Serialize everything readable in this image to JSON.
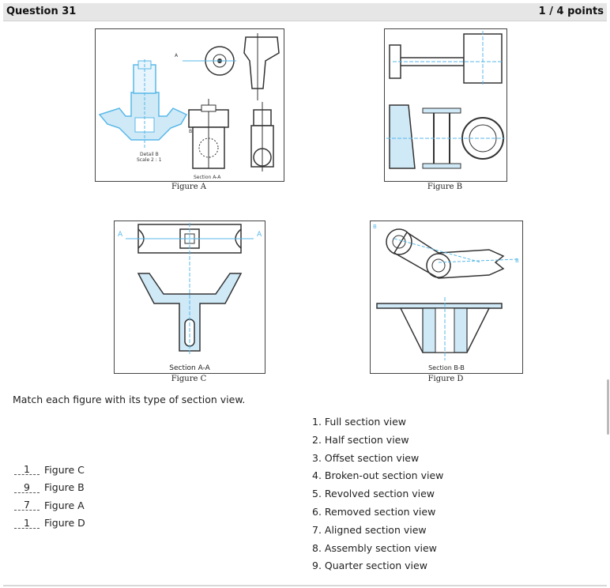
{
  "question": {
    "title": "Question 31",
    "points": "1 / 4 points"
  },
  "figures": {
    "a": {
      "caption": "Figure A",
      "detail_label": "Detail B",
      "scale_label": "Scale 2 : 1",
      "section_label": "Section A-A",
      "marker_a": "A",
      "marker_b": "B"
    },
    "b": {
      "caption": "Figure B"
    },
    "c": {
      "caption": "Figure C",
      "section_label": "Section A-A",
      "marker": "A"
    },
    "d": {
      "caption": "Figure D",
      "section_label": "Section B-B",
      "marker": "B"
    }
  },
  "instruction": "Match each figure with its type of section view.",
  "matches": [
    {
      "answer": "1",
      "label": "Figure C"
    },
    {
      "answer": "9",
      "label": "Figure B"
    },
    {
      "answer": "7",
      "label": "Figure A"
    },
    {
      "answer": "1",
      "label": "Figure D"
    }
  ],
  "options": [
    "1. Full section view",
    "2. Half section view",
    "3. Offset section view",
    "4. Broken-out section view",
    "5. Revolved section view",
    "6. Removed section view",
    "7. Aligned section view",
    "8. Assembly section view",
    "9. Quarter section view"
  ],
  "colors": {
    "section_blue": "#58b8e8",
    "header_bg": "#e6e6e6"
  }
}
